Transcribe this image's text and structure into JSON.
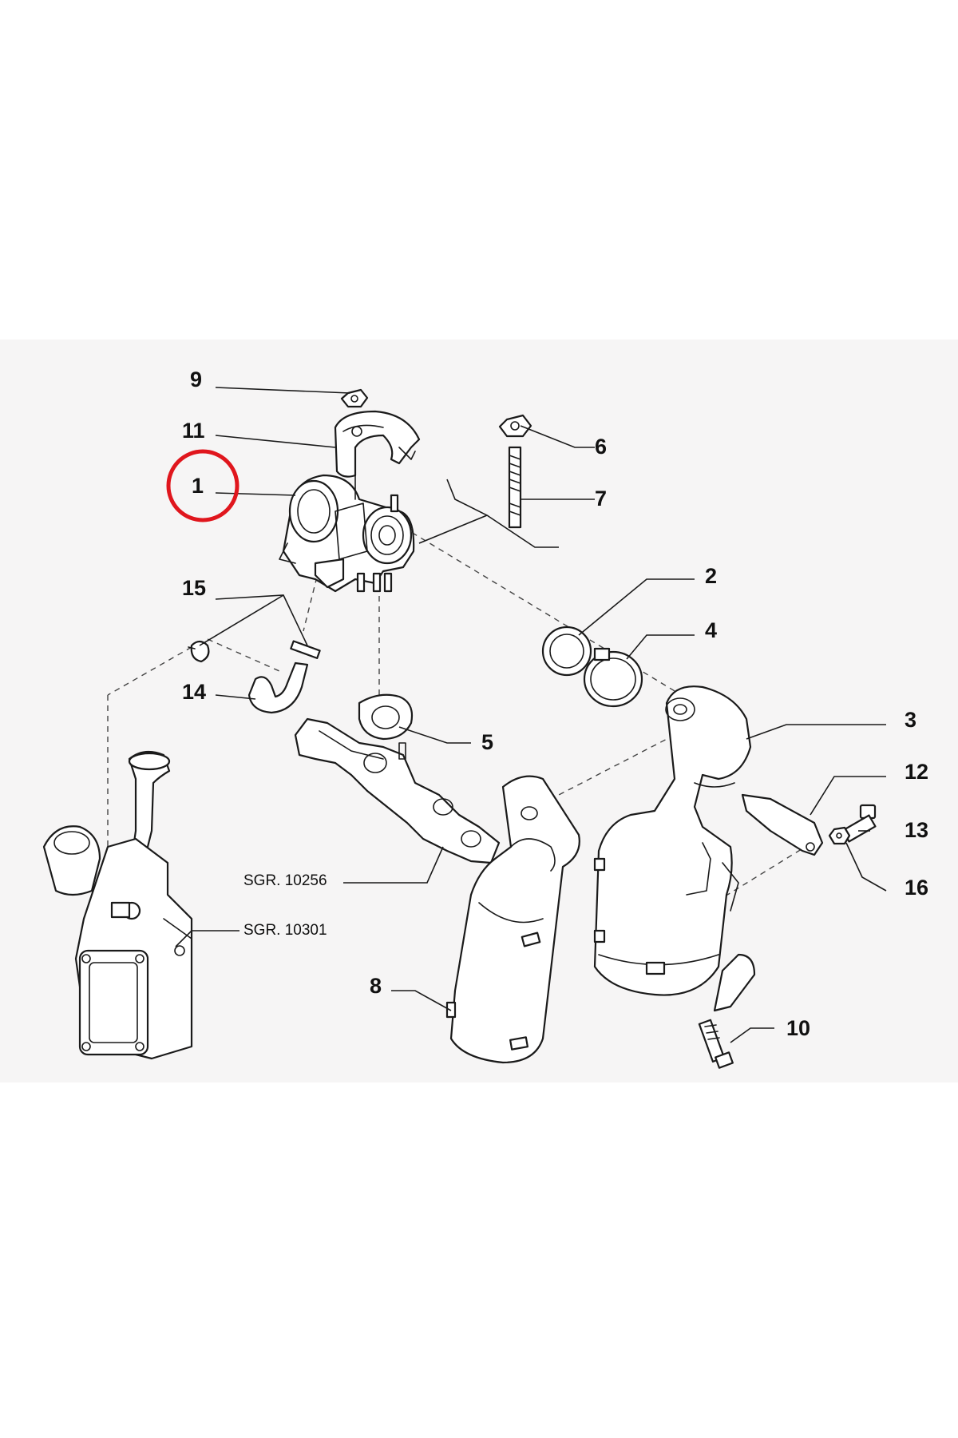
{
  "callouts": {
    "n1": "1",
    "n2": "2",
    "n3": "3",
    "n4": "4",
    "n5": "5",
    "n6": "6",
    "n7": "7",
    "n8": "8",
    "n9": "9",
    "n10": "10",
    "n11": "11",
    "n12": "12",
    "n13": "13",
    "n14": "14",
    "n15": "15",
    "n16": "16"
  },
  "references": {
    "sgr_10256": "SGR. 10256",
    "sgr_10301": "SGR. 10301"
  },
  "highlight": {
    "part": "1",
    "color": "#e0161d"
  },
  "colors": {
    "panel_background": "#f6f5f5",
    "line": "#1a1a1a"
  }
}
